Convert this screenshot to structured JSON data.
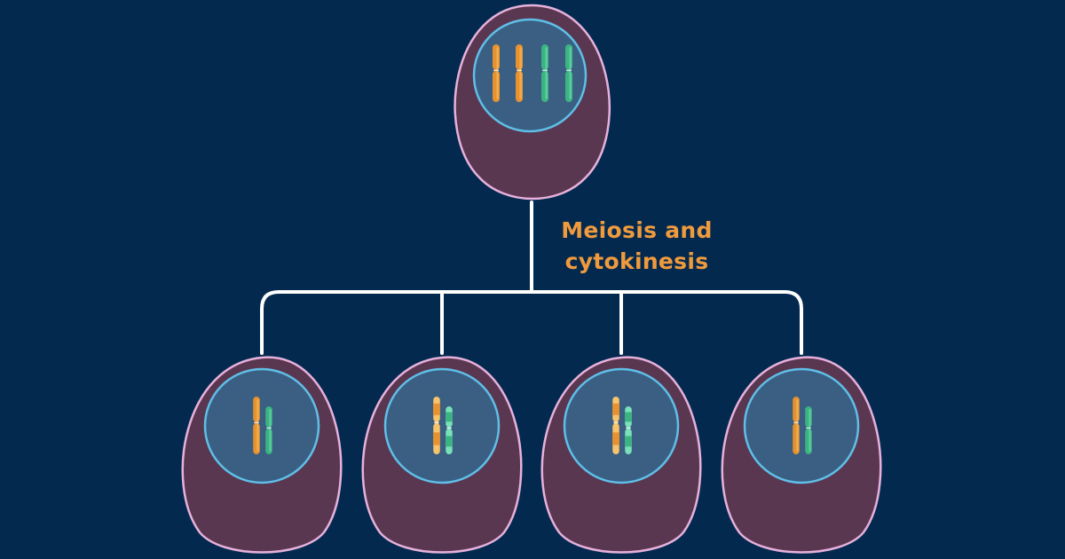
{
  "diagram": {
    "label_lines": [
      "Meiosis and",
      "cytokinesis"
    ]
  },
  "parent_cell": {
    "chromosomes": [
      "orange",
      "orange",
      "green",
      "green"
    ]
  },
  "daughter_cells": [
    {
      "chromosomes": [
        {
          "color": "orange",
          "variant": "solid"
        },
        {
          "color": "green",
          "variant": "solid"
        }
      ]
    },
    {
      "chromosomes": [
        {
          "color": "orange",
          "variant": "mixed"
        },
        {
          "color": "green",
          "variant": "mixed"
        }
      ]
    },
    {
      "chromosomes": [
        {
          "color": "orange",
          "variant": "mixed"
        },
        {
          "color": "green",
          "variant": "mixed"
        }
      ]
    },
    {
      "chromosomes": [
        {
          "color": "orange",
          "variant": "solid"
        },
        {
          "color": "green",
          "variant": "solid"
        }
      ]
    }
  ],
  "colors": {
    "background": "#032a4e",
    "cell_fill": "#5a3750",
    "cell_outline": "#e7b1dc",
    "nucleus_fill": "#3a5f83",
    "nucleus_outline": "#5fbfe8",
    "connector": "#ffffff",
    "label": "#f09a3e",
    "orange_dark": "#e8922f",
    "orange_light": "#f7c36b",
    "green_dark": "#3cb481",
    "green_light": "#79e0b8"
  }
}
